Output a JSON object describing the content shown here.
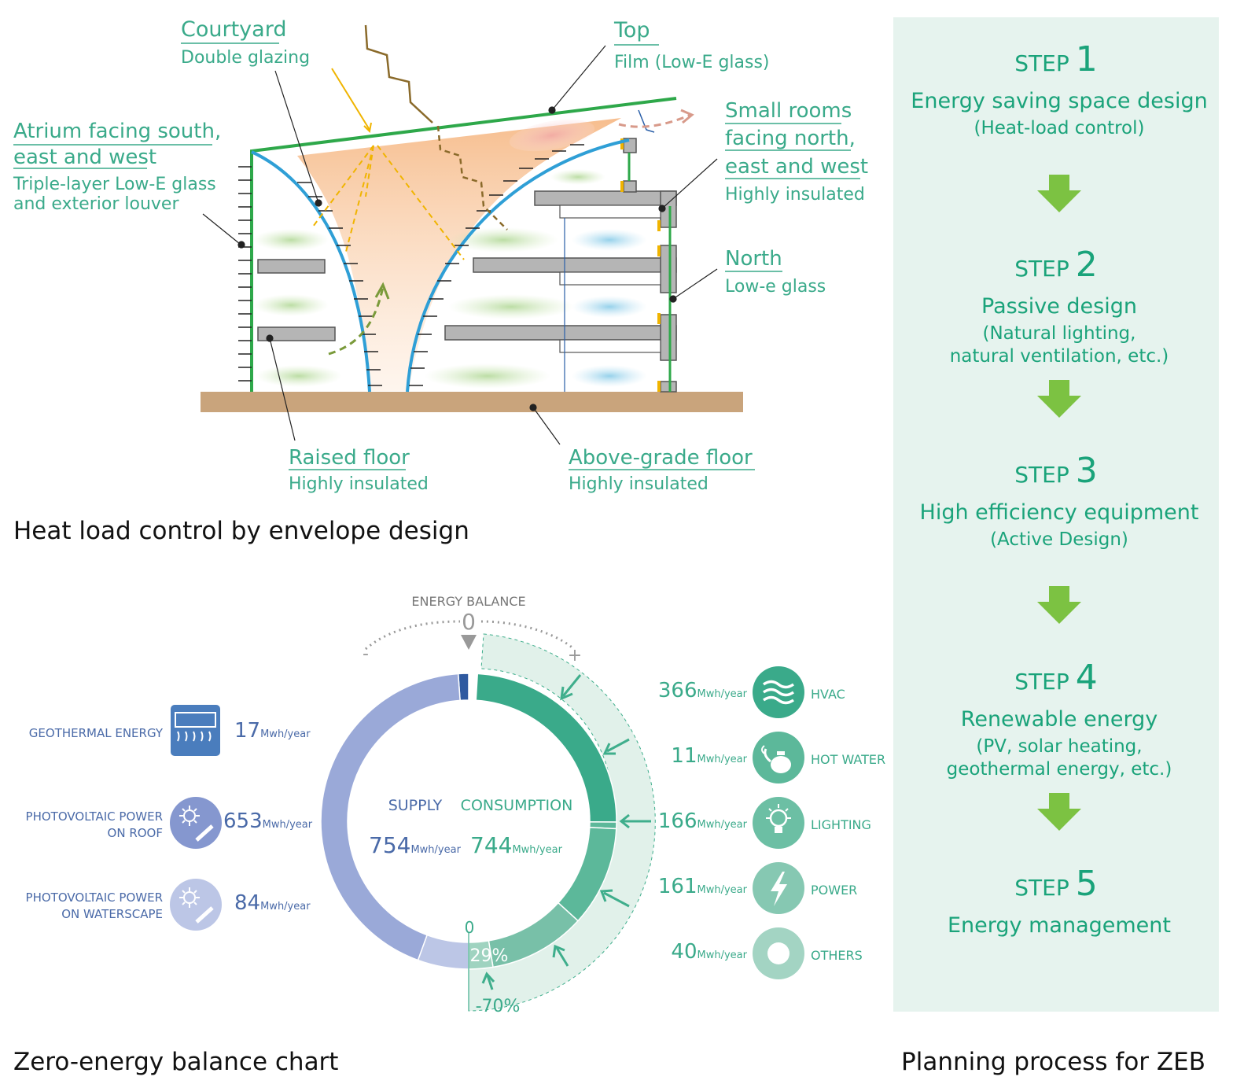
{
  "colors": {
    "green_text": "#3aaa8a",
    "green_line": "#2ea84a",
    "blue_frame": "#2f9fd6",
    "gray_slab": "#b5b5b5",
    "floor": "#c9a47c",
    "supply_blue": "#9aa9d8",
    "supply_light": "#bcc6e6",
    "consumption_green": "#3fae8c",
    "panel_bg": "#e6f3ee",
    "step_arrow": "#7cc242",
    "label_blue": "#4a6aa8"
  },
  "envelope": {
    "title": "Heat load control by envelope design",
    "labels": {
      "courtyard_title": "Courtyard",
      "courtyard_sub": "Double glazing",
      "top_title": "Top",
      "top_sub": "Film (Low-E glass)",
      "atrium_title_1": "Atrium facing south,",
      "atrium_title_2": "east and west",
      "atrium_sub_1": "Triple-layer Low-E glass",
      "atrium_sub_2": "and exterior louver",
      "small_title_1": "Small rooms",
      "small_title_2": "facing north,",
      "small_title_3": "east and west",
      "small_sub": "Highly insulated",
      "north_title": "North",
      "north_sub": "Low-e glass",
      "raised_title": "Raised floor",
      "raised_sub": "Highly insulated",
      "above_title": "Above-grade floor",
      "above_sub": "Highly insulated"
    }
  },
  "balance": {
    "title": "Zero-energy balance chart",
    "energy_balance_label": "ENERGY BALANCE",
    "zero_top": "0",
    "minus": "-",
    "plus": "+",
    "supply_label": "SUPPLY",
    "consumption_label": "CONSUMPTION",
    "supply_total": "754",
    "consumption_total": "744",
    "unit": "Mwh/year",
    "zero_bottom": "0",
    "pct_29": "29%",
    "pct_70": "-70%"
  },
  "chart_data": {
    "type": "pie",
    "supply": {
      "total": 754,
      "items": [
        {
          "name": "GEOTHERMAL ENERGY",
          "value": 17
        },
        {
          "name": "PHOTOVOLTAIC POWER ON ROOF",
          "value": 653
        },
        {
          "name": "PHOTOVOLTAIC POWER ON WATERSCAPE",
          "value": 84
        }
      ]
    },
    "consumption": {
      "total": 744,
      "items": [
        {
          "name": "HVAC",
          "value": 366
        },
        {
          "name": "HOT WATER",
          "value": 11
        },
        {
          "name": "LIGHTING",
          "value": 166
        },
        {
          "name": "POWER",
          "value": 161
        },
        {
          "name": "OTHERS",
          "value": 40
        }
      ]
    }
  },
  "supply_legend": [
    {
      "name1": "GEOTHERMAL ENERGY",
      "name2": "",
      "value": "17",
      "unit": "Mwh/year",
      "icon": "geothermal-icon"
    },
    {
      "name1": "PHOTOVOLTAIC POWER",
      "name2": "ON ROOF",
      "value": "653",
      "unit": "Mwh/year",
      "icon": "solar-panel-icon"
    },
    {
      "name1": "PHOTOVOLTAIC POWER",
      "name2": "ON WATERSCAPE",
      "value": "84",
      "unit": "Mwh/year",
      "icon": "solar-panel-icon"
    }
  ],
  "consumption_legend": [
    {
      "name": "HVAC",
      "value": "366",
      "unit": "Mwh/year",
      "icon": "waves-icon"
    },
    {
      "name": "HOT WATER",
      "value": "11",
      "unit": "Mwh/year",
      "icon": "kettle-icon"
    },
    {
      "name": "LIGHTING",
      "value": "166",
      "unit": "Mwh/year",
      "icon": "lightbulb-icon"
    },
    {
      "name": "POWER",
      "value": "161",
      "unit": "Mwh/year",
      "icon": "lightning-icon"
    },
    {
      "name": "OTHERS",
      "value": "40",
      "unit": "Mwh/year",
      "icon": "ring-icon"
    }
  ],
  "steps": {
    "title": "Planning process for ZEB",
    "items": [
      {
        "word": "STEP",
        "num": "1",
        "main": "Energy saving space design",
        "sub1": "(Heat-load control)",
        "sub2": ""
      },
      {
        "word": "STEP",
        "num": "2",
        "main": "Passive design",
        "sub1": "(Natural lighting,",
        "sub2": "natural ventilation, etc.)"
      },
      {
        "word": "STEP",
        "num": "3",
        "main": "High efficiency equipment",
        "sub1": "(Active Design)",
        "sub2": ""
      },
      {
        "word": "STEP",
        "num": "4",
        "main": "Renewable energy",
        "sub1": "(PV, solar heating,",
        "sub2": "geothermal energy, etc.)"
      },
      {
        "word": "STEP",
        "num": "5",
        "main": "Energy management",
        "sub1": "",
        "sub2": ""
      }
    ]
  }
}
